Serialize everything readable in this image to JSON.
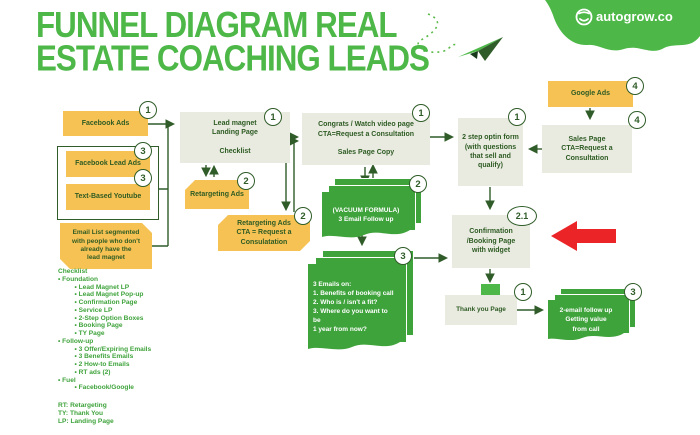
{
  "title": {
    "line1": "FUNNEL DIAGRAM REAL",
    "line2": "ESTATE COACHING LEADS"
  },
  "brand": {
    "name": "autogrow.co"
  },
  "colors": {
    "accent_green": "#4DB848",
    "dark_green": "#2F5C28",
    "stack_green": "#3FA33C",
    "box_gray": "#E9EBE1",
    "box_yellow": "#F7C254",
    "pointer_red": "#EB2428",
    "text_green": "#2E5B23"
  },
  "nodes": {
    "facebook_ads": {
      "label": "Facebook Ads",
      "badge": "1"
    },
    "facebook_lead_ads": {
      "label": "Facebook Lead Ads",
      "badge": "3"
    },
    "text_based_youtube": {
      "label": "Text-Based Youtube",
      "badge": "3"
    },
    "email_list": {
      "label": "Email List segmented\nwith people who don't\nalready have the\nlead magnet"
    },
    "lead_magnet_lp": {
      "label": "Lead magnet\nLanding Page\n\nChecklist",
      "badge": "1"
    },
    "retargeting_ads": {
      "label": "Retargeting Ads",
      "badge": "2"
    },
    "retargeting_ads_cta": {
      "label": "Retargeting Ads\nCTA = Request a\nConsulatation",
      "badge": "2"
    },
    "congrats_video": {
      "label": "Congrats / Watch video page\nCTA=Request a Consultation\n\nSales Page Copy",
      "badge": "1"
    },
    "vacuum_formula": {
      "label": "(VACUUM FORMULA)\n3 Email Follow up",
      "badge": "2"
    },
    "three_emails": {
      "label": "3 Emails on:\n1. Benefits of booking call\n2. Who is / isn't a fit?\n3. Where do you want to be\n1 year from now?",
      "badge": "3"
    },
    "google_ads": {
      "label": "Google Ads",
      "badge": "4"
    },
    "sales_page": {
      "label": "Sales Page\nCTA=Request a\nConsultation",
      "badge": "4"
    },
    "two_step_optin": {
      "label": "2 step optin form\n(with questions\nthat sell and\nqualify)",
      "badge": "1"
    },
    "confirmation": {
      "label": "Confirmation\n/Booking Page\nwith widget",
      "badge": "2.1"
    },
    "thank_you": {
      "label": "Thank you Page",
      "badge": "1"
    },
    "two_email_followup": {
      "label": "2-email follow up\nGetting value\nfrom call",
      "badge": "3"
    }
  },
  "checklist": {
    "text": "Checklist\n• Foundation\n         • Lead Magnet LP\n         • Lead Magnet Pop-up\n         • Confirmation Page\n         • Service LP\n         • 2-Step Option Boxes\n         • Booking Page\n         • TY Page\n• Follow-up\n         • 3 Offer/Expiring Emails\n         • 3 Benefits Emails\n         • 2 How-to Emails\n         • RT ads (2)\n• Fuel\n         • Facebook/Google"
  },
  "legend": {
    "text": "RT: Retargeting\nTY: Thank You\nLP: Landing Page"
  }
}
